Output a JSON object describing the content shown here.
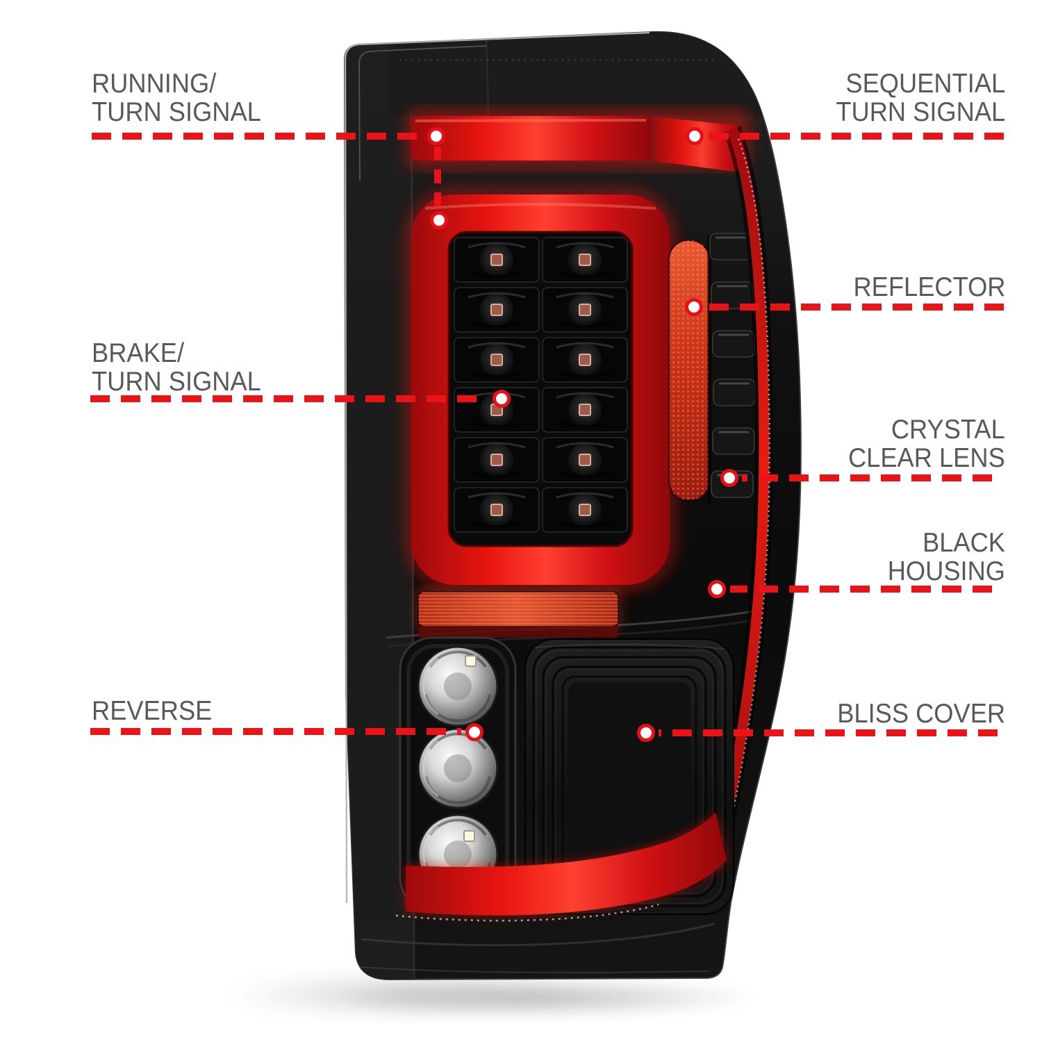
{
  "page": {
    "background": "#ffffff"
  },
  "colors": {
    "callout_red": "#ec1318",
    "label_gray": "#58595b",
    "lamp_light_red": "#e8150f",
    "reflector_amber": "#d44527",
    "housing_black": "#0d0d0d"
  },
  "callouts": {
    "running_turn_signal": {
      "label": "RUNNING/\nTURN SIGNAL"
    },
    "sequential_turn_signal": {
      "label": "SEQUENTIAL\nTURN SIGNAL"
    },
    "reflector": {
      "label": "REFLECTOR"
    },
    "brake_turn_signal": {
      "label": "BRAKE/\nTURN SIGNAL"
    },
    "crystal_clear_lens": {
      "label": "CRYSTAL\nCLEAR LENS"
    },
    "black_housing": {
      "label": "BLACK\nHOUSING"
    },
    "reverse": {
      "label": "REVERSE"
    },
    "bliss_cover": {
      "label": "BLISS COVER"
    }
  }
}
